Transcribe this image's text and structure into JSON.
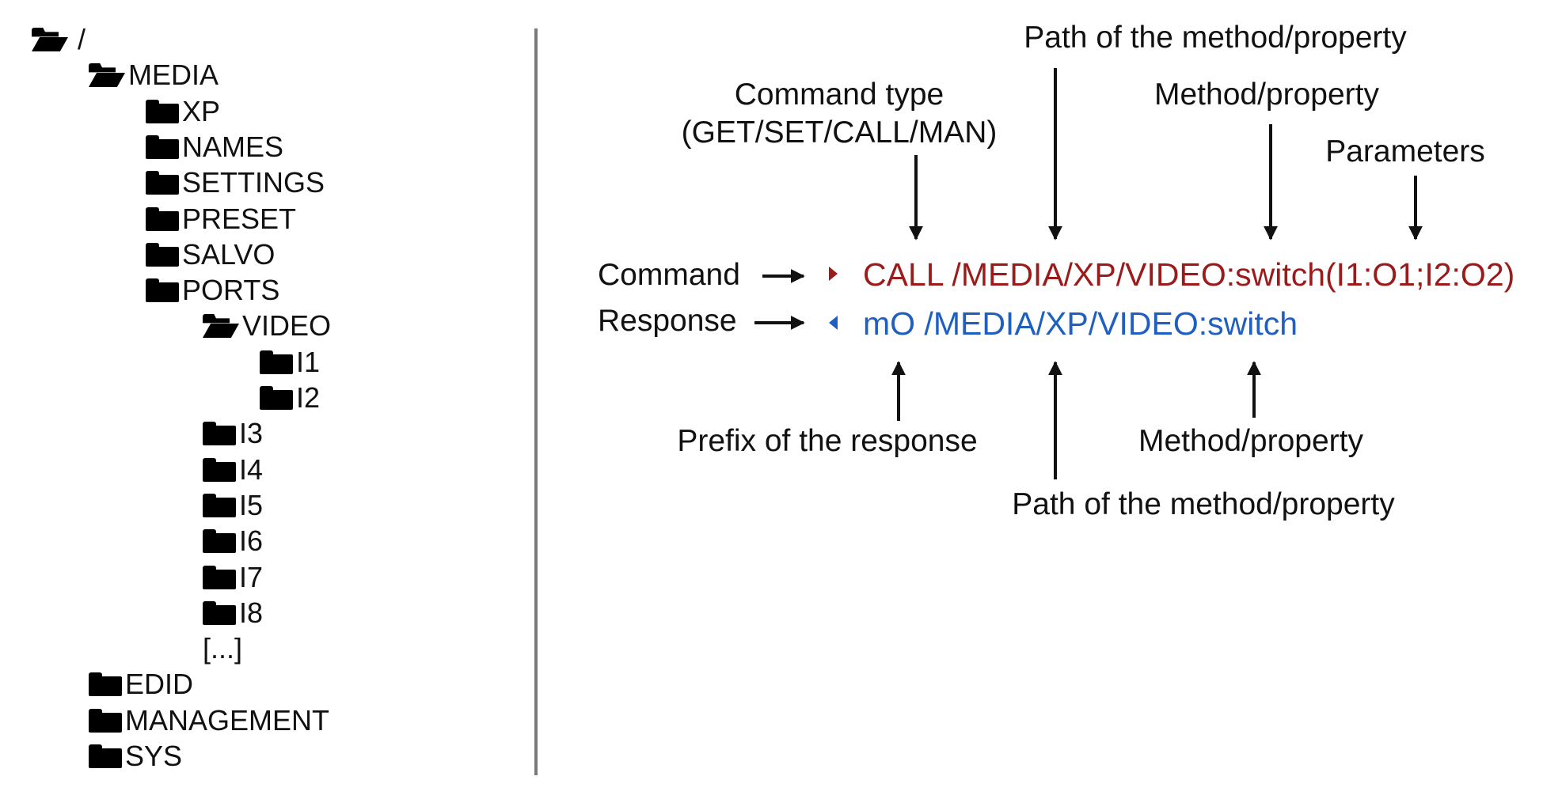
{
  "tree": [
    {
      "label": "/",
      "icon": "folder-open-icon",
      "level": 0
    },
    {
      "label": "MEDIA",
      "icon": "folder-open-icon",
      "level": 1
    },
    {
      "label": "XP",
      "icon": "folder-icon",
      "level": 2
    },
    {
      "label": "NAMES",
      "icon": "folder-icon",
      "level": 2
    },
    {
      "label": "SETTINGS",
      "icon": "folder-icon",
      "level": 2
    },
    {
      "label": "PRESET",
      "icon": "folder-icon",
      "level": 2
    },
    {
      "label": "SALVO",
      "icon": "folder-icon",
      "level": 2
    },
    {
      "label": "PORTS",
      "icon": "folder-icon",
      "level": 2
    },
    {
      "label": "VIDEO",
      "icon": "folder-open-icon",
      "level": 3
    },
    {
      "label": "I1",
      "icon": "folder-icon",
      "level": 4
    },
    {
      "label": "I2",
      "icon": "folder-icon",
      "level": 4
    },
    {
      "label": "I3",
      "icon": "folder-icon",
      "level": 3
    },
    {
      "label": "I4",
      "icon": "folder-icon",
      "level": 3
    },
    {
      "label": "I5",
      "icon": "folder-icon",
      "level": 3
    },
    {
      "label": "I6",
      "icon": "folder-icon",
      "level": 3
    },
    {
      "label": "I7",
      "icon": "folder-icon",
      "level": 3
    },
    {
      "label": "I8",
      "icon": "folder-icon",
      "level": 3
    },
    {
      "label": "[...]",
      "icon": "",
      "level": 3
    },
    {
      "label": "EDID",
      "icon": "folder-icon",
      "level": 1
    },
    {
      "label": "MANAGEMENT",
      "icon": "folder-icon",
      "level": 1
    },
    {
      "label": "SYS",
      "icon": "folder-icon",
      "level": 1
    }
  ],
  "annotations": {
    "path_top": "Path of the method/property",
    "command_type_line1": "Command type",
    "command_type_line2": "(GET/SET/CALL/MAN)",
    "method_top": "Method/property",
    "parameters": "Parameters",
    "command_label": "Command",
    "response_label": "Response",
    "prefix": "Prefix of the response",
    "method_bottom": "Method/property",
    "path_bottom": "Path of the method/property"
  },
  "command_text": "CALL /MEDIA/XP/VIDEO:switch(I1:O1;I2:O2)",
  "response_text": "mO /MEDIA/XP/VIDEO:switch",
  "colors": {
    "command": "#9b1a1a",
    "response": "#1f5fbf",
    "divider": "#7a7a7a"
  }
}
